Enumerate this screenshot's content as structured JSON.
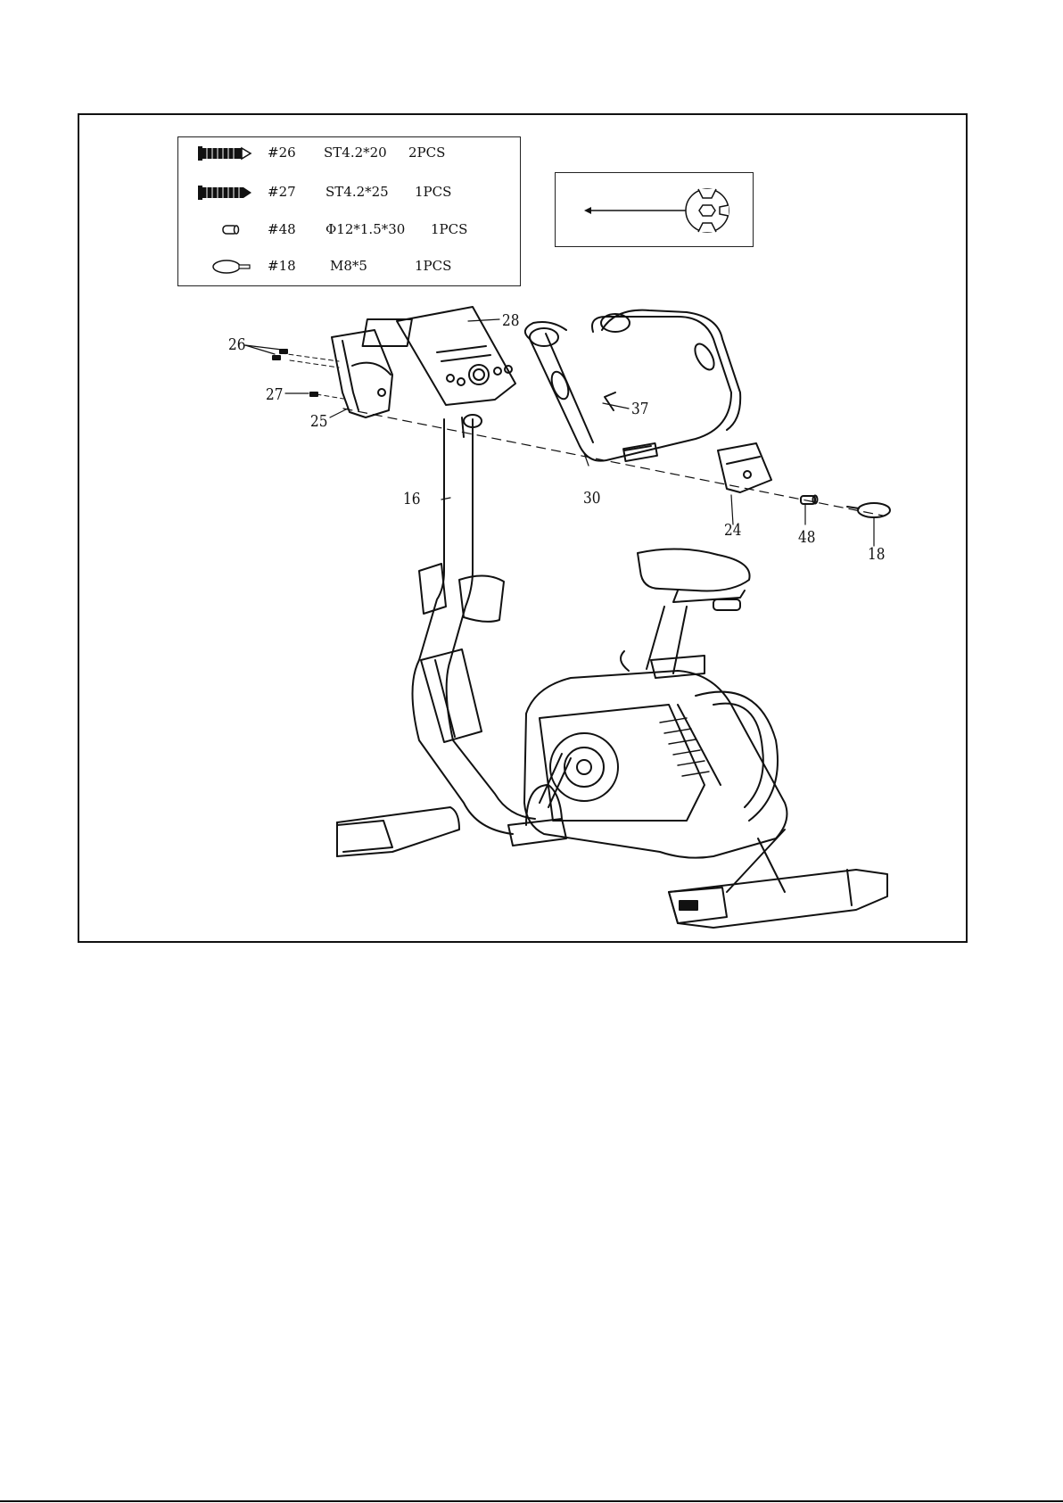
{
  "hardware": [
    {
      "code": "#26",
      "spec": "ST4.2*20",
      "qty": "2PCS"
    },
    {
      "code": "#27",
      "spec": "ST4.2*25",
      "qty": "1PCS"
    },
    {
      "code": "#48",
      "spec": "Φ12*1.5*30",
      "qty": "1PCS"
    },
    {
      "code": "#18",
      "spec": "M8*5",
      "qty": "1PCS"
    }
  ],
  "callouts": {
    "p26": "26",
    "p27": "27",
    "p25": "25",
    "p28": "28",
    "p37": "37",
    "p16": "16",
    "p30": "30",
    "p24": "24",
    "p48": "48",
    "p18": "18"
  },
  "icons": {
    "row0": "screw-icon",
    "row1": "screw-icon",
    "row2": "bushing-icon",
    "row3": "knob-icon",
    "tool": "multi-wrench-icon"
  }
}
